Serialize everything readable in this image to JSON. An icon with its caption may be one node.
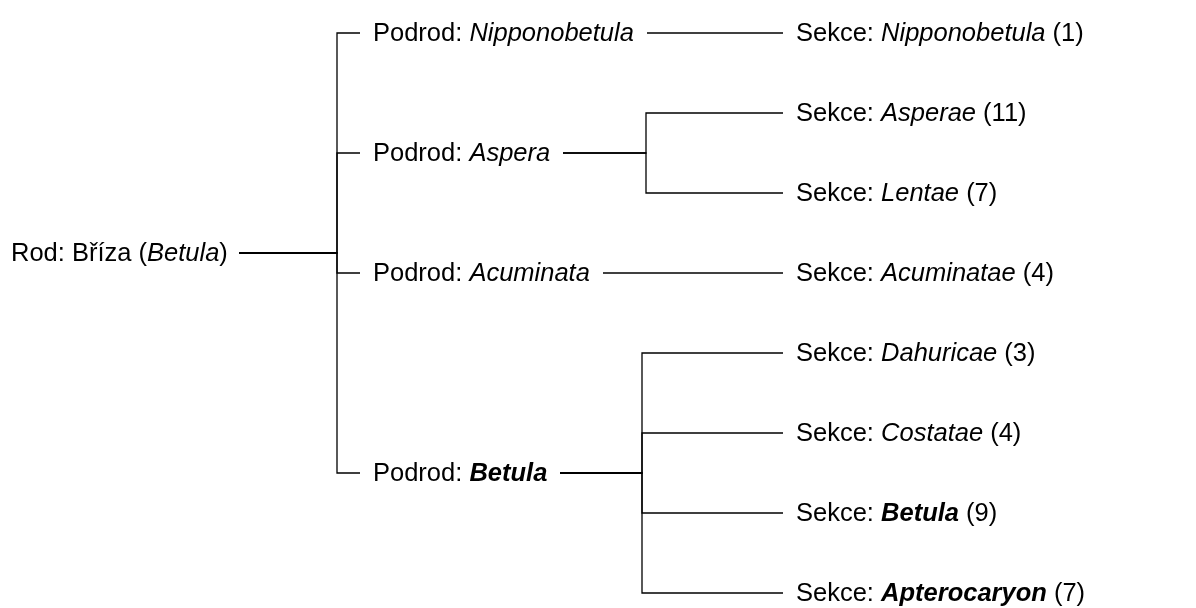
{
  "diagram": {
    "nodes": [
      {
        "text": [
          "Rod: Bříza (*Betula*)"
        ]
      },
      {
        "text": [
          "Podrod: *Nipponobetula*"
        ]
      },
      {
        "text": [
          "Sekce: *Nipponobetula* (1)"
        ]
      },
      {
        "text": [
          "Podrod: *Aspera*"
        ]
      },
      {
        "text": [
          "Sekce: *Asperae* (11)"
        ]
      },
      {
        "text": [
          "Sekce: *Lentae* (7)"
        ]
      },
      {
        "text": [
          "Podrod: *Acuminata*"
        ]
      },
      {
        "text": [
          "Sekce: *Acuminatae* (4)"
        ]
      },
      {
        "text": [
          "Podrod: **Betula**"
        ]
      },
      {
        "text": [
          "Sekce: *Dahuricae* (3)"
        ]
      },
      {
        "text": [
          "Sekce: *Costatae* (4)"
        ]
      },
      {
        "text": [
          "Sekce: **Betula** (9)"
        ]
      },
      {
        "text": [
          "Sekce: **Apterocaryon** (7)"
        ]
      }
    ],
    "edges": [
      {
        "from": 0,
        "to": 1,
        "arrow": "none"
      },
      {
        "from": 0,
        "to": 3,
        "arrow": "none"
      },
      {
        "from": 0,
        "to": 6,
        "arrow": "none"
      },
      {
        "from": 0,
        "to": 8,
        "arrow": "none"
      },
      {
        "from": 1,
        "to": 2,
        "arrow": "none"
      },
      {
        "from": 3,
        "to": 4,
        "arrow": "none"
      },
      {
        "from": 3,
        "to": 5,
        "arrow": "none"
      },
      {
        "from": 6,
        "to": 7,
        "arrow": "none"
      },
      {
        "from": 8,
        "to": 9,
        "arrow": "none"
      },
      {
        "from": 8,
        "to": 10,
        "arrow": "none"
      },
      {
        "from": 8,
        "to": 11,
        "arrow": "none"
      },
      {
        "from": 8,
        "to": 12,
        "arrow": "none"
      }
    ]
  }
}
